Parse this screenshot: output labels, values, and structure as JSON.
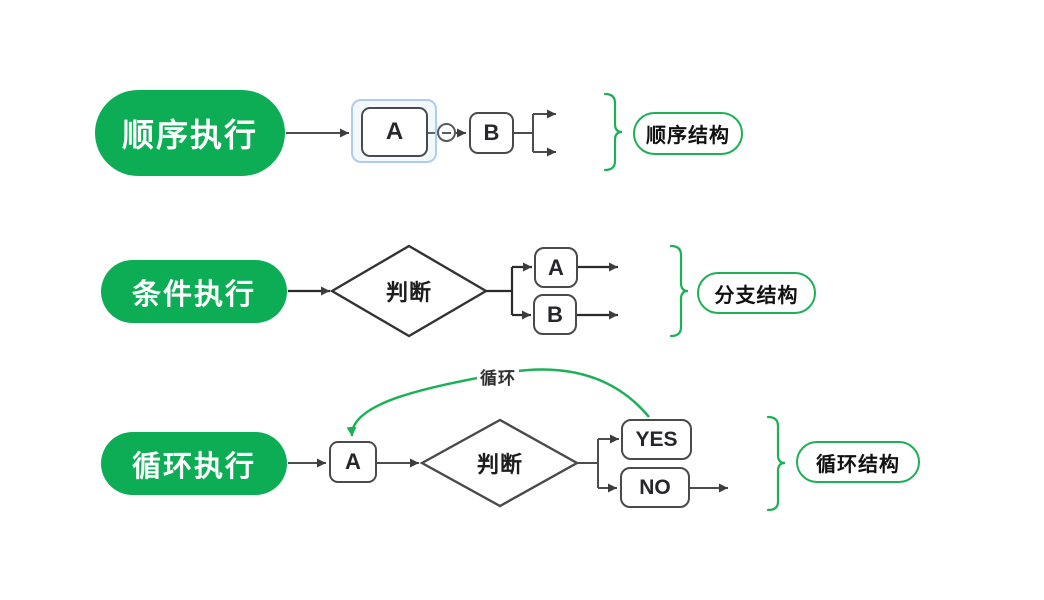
{
  "colors": {
    "topic_fill": "#0dad56",
    "green_stroke": "#1db056",
    "line": "#4d4d4d",
    "box_border": "#4a4a4a",
    "selection_halo": "#afcbf2",
    "text_dark": "#26262b"
  },
  "icons": {
    "collapse": "minus-circle-icon",
    "arrow": "triangle-arrowhead"
  },
  "rows": [
    {
      "topic": "顺序执行",
      "node_a": "A",
      "node_b": "B",
      "brace_label": "顺序结构"
    },
    {
      "topic": "条件执行",
      "diamond": "判断",
      "branch_a": "A",
      "branch_b": "B",
      "brace_label": "分支结构"
    },
    {
      "topic": "循环执行",
      "node_a": "A",
      "diamond": "判断",
      "branch_yes": "YES",
      "branch_no": "NO",
      "loop_label": "循环",
      "brace_label": "循环结构"
    }
  ]
}
